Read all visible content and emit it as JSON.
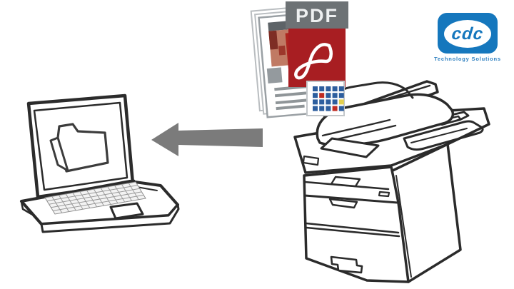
{
  "page": {
    "background_color": "#ffffff"
  },
  "brand_logo": {
    "name": "cdc",
    "tagline": "Technology Solutions",
    "box_color": "#1577bd",
    "text_color": "#2f80c0"
  },
  "pdf_badge": {
    "label": "PDF",
    "header_color": "#6d7275",
    "body_color": "#a81e22",
    "glyph": "adobe-acrobat-swirl-icon"
  },
  "diagram": {
    "arrow_color": "#7b7b7b",
    "arrow_direction": "left",
    "icons": [
      {
        "id": "laptop-illustration",
        "glyph": "laptop-with-open-folder-icon"
      },
      {
        "id": "printer-illustration",
        "glyph": "multifunction-printer-icon"
      },
      {
        "id": "document-stack",
        "glyph": "scanned-pages-stack-icon"
      }
    ]
  },
  "swatch_grid": {
    "cell_colors": {
      "B": "#2d5e9e",
      "R": "#bf2b22",
      "Y": "#e3cf4e"
    },
    "rows": [
      [
        "B",
        "B",
        "B",
        "B",
        "B"
      ],
      [
        "B",
        "R",
        "B",
        "B",
        "B"
      ],
      [
        "B",
        "B",
        "B",
        "B",
        "Y"
      ],
      [
        "B",
        "B",
        "B",
        "R",
        "B"
      ]
    ]
  }
}
